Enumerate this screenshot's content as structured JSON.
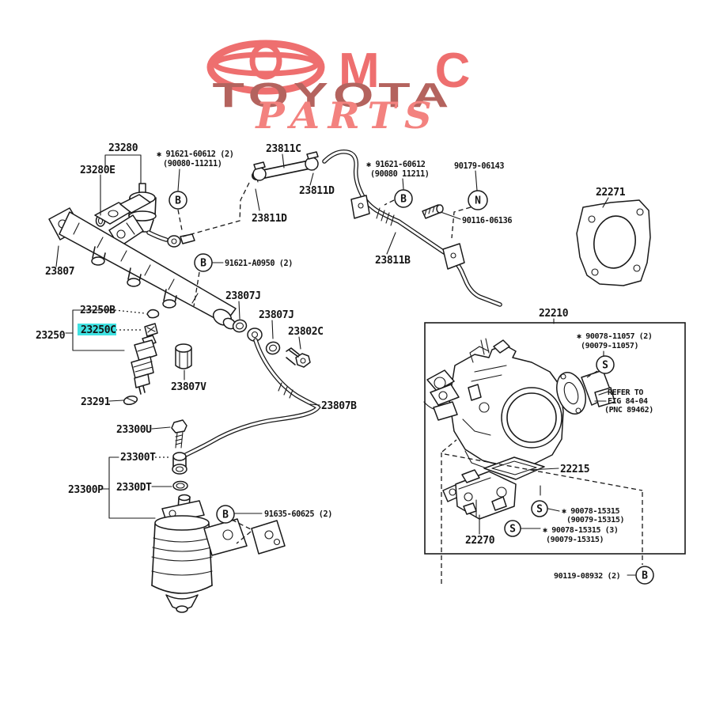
{
  "highlight_color": "#3fe2e2",
  "logo": {
    "mc": "MC",
    "toyota": "TOYOTA",
    "parts": "PARTS",
    "colors": {
      "emblem": "#ee6f6f",
      "mc": "#ee6f6f",
      "toyota": "#b4635e",
      "parts": "#f3827f"
    }
  },
  "callouts": {
    "b": "B",
    "n": "N",
    "s": "S"
  },
  "labels": {
    "p23280": "23280",
    "p23280e": "23280E",
    "bolt_91621_60612_qty": "✱ 91621-60612 (2)",
    "bolt_91621_60612_qty_alt": "(90080-11211)",
    "p23811c": "23811C",
    "p23811d": "23811D",
    "bolt_91621_60612": "✱ 91621-60612",
    "bolt_91621_60612_alt": "(90080 11211)",
    "p90179_06143": "90179-06143",
    "p90116_06136": "90116-06136",
    "p22271": "22271",
    "p23811b": "23811B",
    "p23807": "23807",
    "bolt_91621_a0950": "91621-A0950 (2)",
    "p23807j": "23807J",
    "p23802c": "23802C",
    "p23250b": "23250B",
    "p23250": "23250",
    "p23250c": "23250C",
    "p23291": "23291",
    "p23807v": "23807V",
    "p23807b": "23807B",
    "p23300u": "23300U",
    "p23300t": "23300T",
    "p2330dt": "2330DT",
    "p23300p": "23300P",
    "bolt_91635_60625": "91635-60625 (2)",
    "p22210": "22210",
    "screw_90078_11057": "✱ 90078-11057 (2)",
    "screw_90078_11057_alt": "(90079-11057)",
    "refer_1": "REFER TO",
    "refer_2": "FIG 84-04",
    "refer_3": "(PNC 89462)",
    "p22215": "22215",
    "screw_90078_15315": "✱ 90078-15315",
    "screw_90078_15315_alt": "(90079-15315)",
    "screw_90078_15315_3": "✱ 90078-15315 (3)",
    "p22270": "22270",
    "bolt_90119_08932": "90119-08932 (2)"
  }
}
